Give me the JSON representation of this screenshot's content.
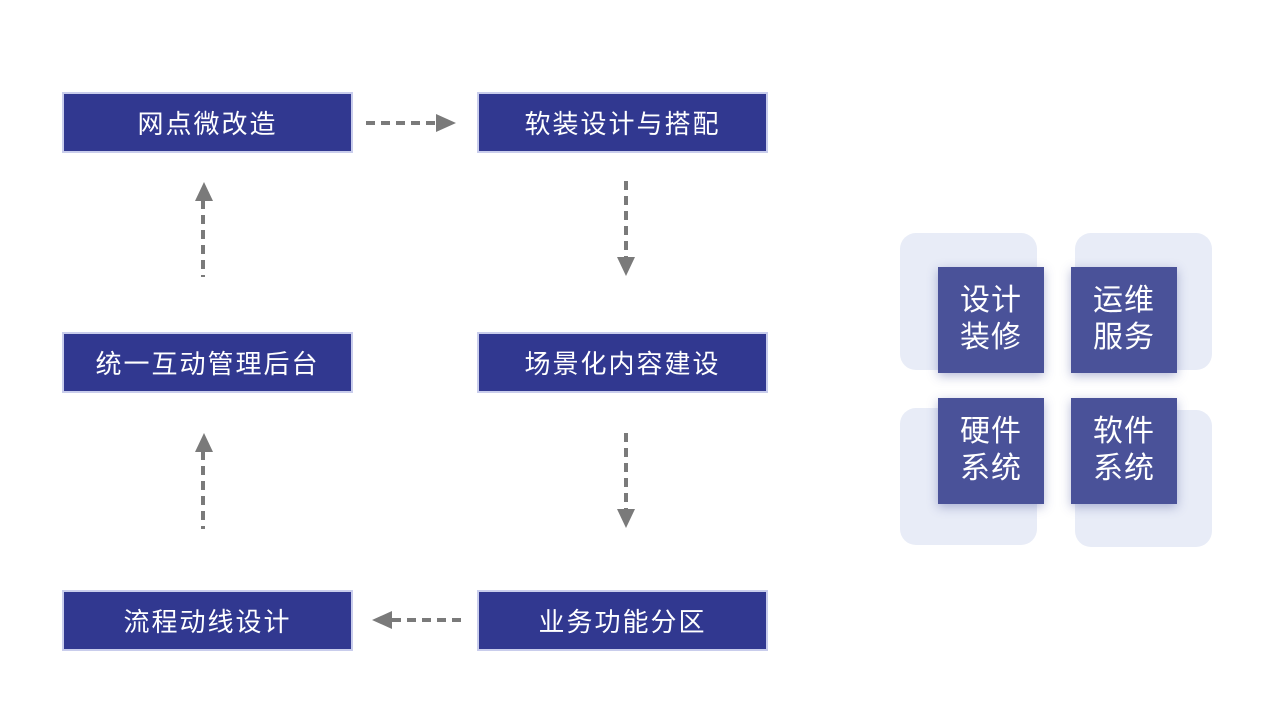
{
  "colors": {
    "page_bg": "#ffffff",
    "flow_box_bg": "#313890",
    "flow_box_border": "#c9cdec",
    "flow_box_text": "#ffffff",
    "arrow": "#7a7a7a",
    "grid_dark_bg": "#4a5299",
    "grid_light_bg": "#e8ecf7",
    "grid_text": "#ffffff"
  },
  "flowchart": {
    "boxes": [
      {
        "id": "network-micro-renovation",
        "label": "网点微改造"
      },
      {
        "id": "soft-decoration-design",
        "label": "软装设计与搭配"
      },
      {
        "id": "unified-interactive-admin",
        "label": "统一互动管理后台"
      },
      {
        "id": "scenario-content-building",
        "label": "场景化内容建设"
      },
      {
        "id": "process-flow-design",
        "label": "流程动线设计"
      },
      {
        "id": "business-function-zoning",
        "label": "业务功能分区"
      }
    ],
    "arrows": [
      {
        "direction": "right",
        "from": "网点微改造",
        "to": "软装设计与搭配"
      },
      {
        "direction": "down",
        "from": "软装设计与搭配",
        "to": "场景化内容建设"
      },
      {
        "direction": "up",
        "from": "统一互动管理后台",
        "to": "网点微改造"
      },
      {
        "direction": "down",
        "from": "场景化内容建设",
        "to": "业务功能分区"
      },
      {
        "direction": "up",
        "from": "流程动线设计",
        "to": "统一互动管理后台"
      },
      {
        "direction": "left",
        "from": "业务功能分区",
        "to": "流程动线设计"
      }
    ]
  },
  "grid": {
    "items": [
      {
        "id": "design-decoration",
        "line1": "设计",
        "line2": "装修"
      },
      {
        "id": "ops-service",
        "line1": "运维",
        "line2": "服务"
      },
      {
        "id": "hardware-system",
        "line1": "硬件",
        "line2": "系统"
      },
      {
        "id": "software-system",
        "line1": "软件",
        "line2": "系统"
      }
    ]
  }
}
